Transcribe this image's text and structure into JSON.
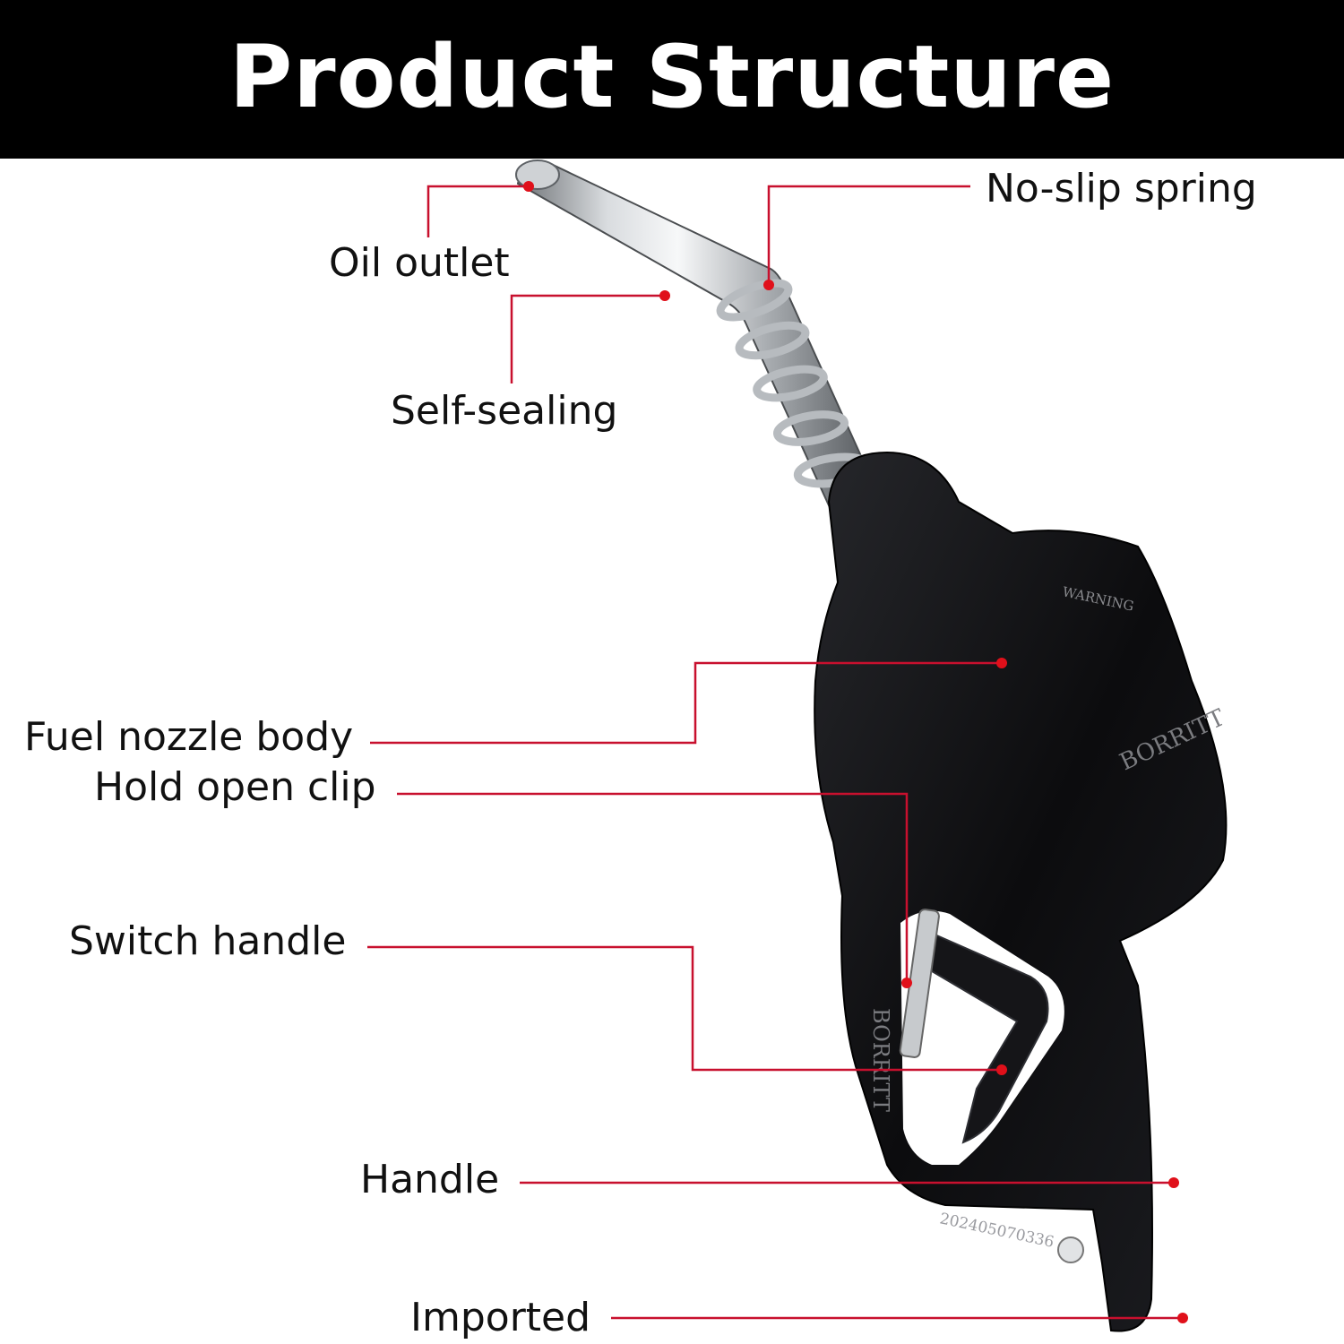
{
  "header": {
    "title": "Product Structure"
  },
  "labels": {
    "oil_outlet": "Oil outlet",
    "no_slip_spring": "No-slip spring",
    "self_sealing": "Self-sealing",
    "fuel_nozzle_body": "Fuel nozzle body",
    "hold_open_clip": "Hold open clip",
    "switch_handle": "Switch handle",
    "handle": "Handle",
    "imported": "Imported"
  },
  "product": {
    "brand": "BORRITT",
    "serial": "202405070336",
    "warning_title": "WARNING"
  },
  "colors": {
    "header_bg": "#000000",
    "header_text": "#ffffff",
    "leader_line": "#c8102e",
    "dot": "#e0101a",
    "body": "#0b0b0d"
  }
}
